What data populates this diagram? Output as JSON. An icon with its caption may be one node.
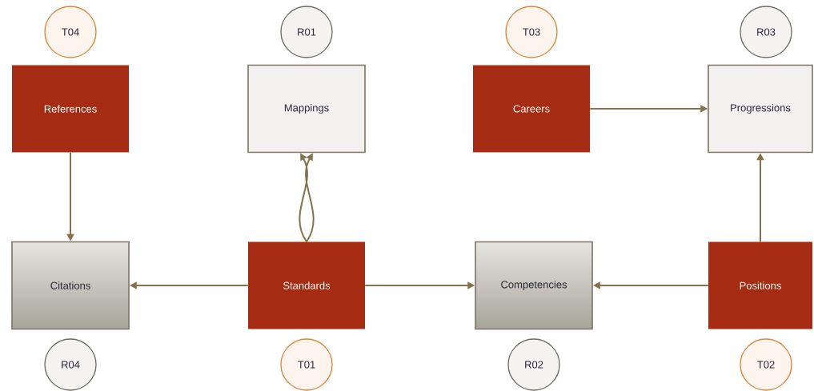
{
  "diagram": {
    "nodes": [
      {
        "text": [
          "T04"
        ]
      },
      {
        "text": [
          "R01"
        ]
      },
      {
        "text": [
          "T03"
        ]
      },
      {
        "text": [
          "R03"
        ]
      },
      {
        "text": [
          "References"
        ]
      },
      {
        "text": [
          "Mappings"
        ]
      },
      {
        "text": [
          "Careers"
        ]
      },
      {
        "text": [
          "Progressions"
        ]
      },
      {
        "text": [
          "Citations"
        ]
      },
      {
        "text": [
          "Standards"
        ]
      },
      {
        "text": [
          "Competencies"
        ]
      },
      {
        "text": [
          "Positions"
        ]
      },
      {
        "text": [
          "R04"
        ]
      },
      {
        "text": [
          "T01"
        ]
      },
      {
        "text": [
          "R02"
        ]
      },
      {
        "text": [
          "T02"
        ]
      }
    ],
    "edges": [
      {
        "from": 4,
        "to": 8,
        "arrow": "to"
      },
      {
        "from": 9,
        "to": 5,
        "arrow": "to"
      },
      {
        "from": 9,
        "to": 5,
        "arrow": "to"
      },
      {
        "from": 9,
        "to": 8,
        "arrow": "to"
      },
      {
        "from": 9,
        "to": 10,
        "arrow": "to"
      },
      {
        "from": 11,
        "to": 10,
        "arrow": "to"
      },
      {
        "from": 6,
        "to": 7,
        "arrow": "to"
      },
      {
        "from": 11,
        "to": 7,
        "arrow": "to"
      }
    ]
  }
}
